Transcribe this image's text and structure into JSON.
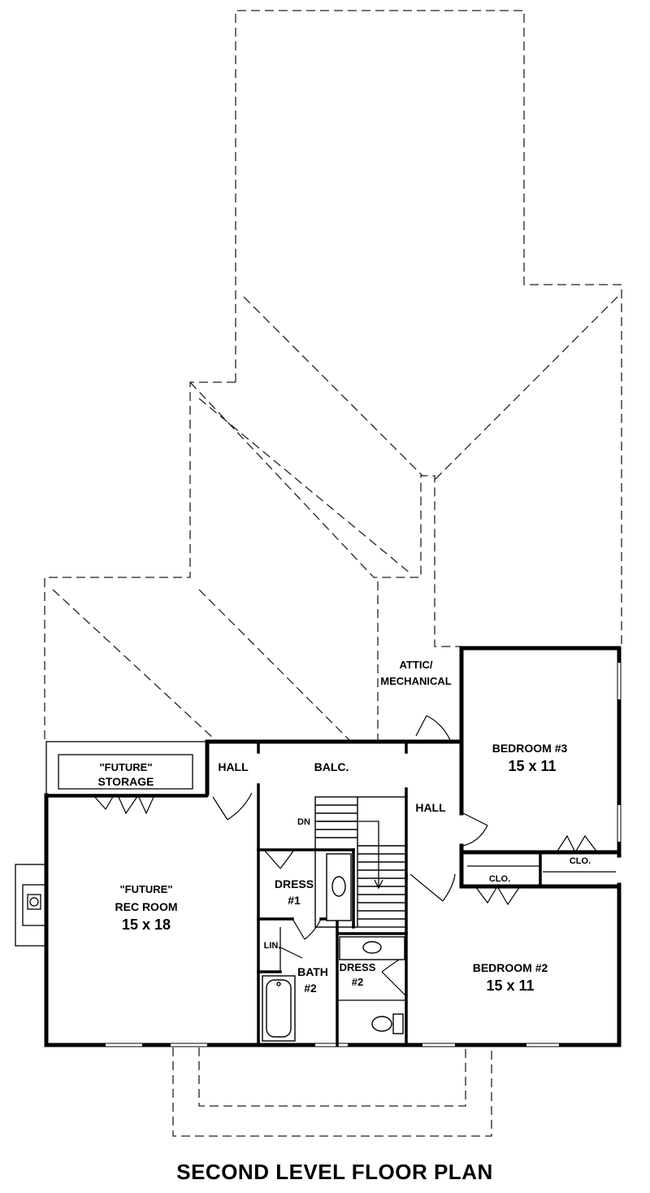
{
  "plan": {
    "title": "SECOND LEVEL FLOOR PLAN",
    "rooms": {
      "attic": {
        "line1": "ATTIC/",
        "line2": "MECHANICAL"
      },
      "bedroom3": {
        "name": "BEDROOM #3",
        "size": "15 x 11"
      },
      "bedroom2": {
        "name": "BEDROOM #2",
        "size": "15 x 11"
      },
      "storage": {
        "line1": "\"FUTURE\"",
        "line2": "STORAGE"
      },
      "rec_room": {
        "line1": "\"FUTURE\"",
        "line2": "REC ROOM",
        "size": "15 x 18"
      },
      "hall_left": "HALL",
      "balcony": "BALC.",
      "hall_right": "HALL",
      "dress1": {
        "line1": "DRESS",
        "line2": "#1"
      },
      "dress2": {
        "line1": "DRESS",
        "line2": "#2"
      },
      "bath2": {
        "line1": "BATH",
        "line2": "#2"
      },
      "linen": "LIN.",
      "closet_top": "CLO.",
      "closet_bottom": "CLO.",
      "stair_down": "DN"
    }
  }
}
